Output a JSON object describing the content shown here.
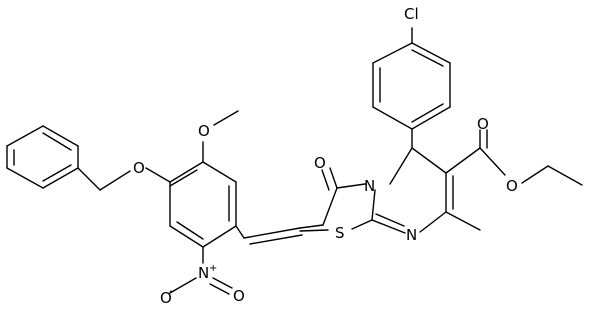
{
  "figure": {
    "atoms": {
      "cl": "Cl",
      "o_methoxy": "O",
      "o_benzyloxy": "O",
      "o_ketone": "O",
      "o_ester_carbonyl": "O",
      "o_ester": "O",
      "n_ring": "N",
      "n_imine": "N",
      "s": "S",
      "n_nitro": "N",
      "n_nitro_charge": "+",
      "o_nitro_upper": "O",
      "o_nitro_lower": "O",
      "o_nitro_charge": "-"
    },
    "colors": {
      "bond": "#000000",
      "text": "#000000",
      "background": "#ffffff"
    }
  }
}
